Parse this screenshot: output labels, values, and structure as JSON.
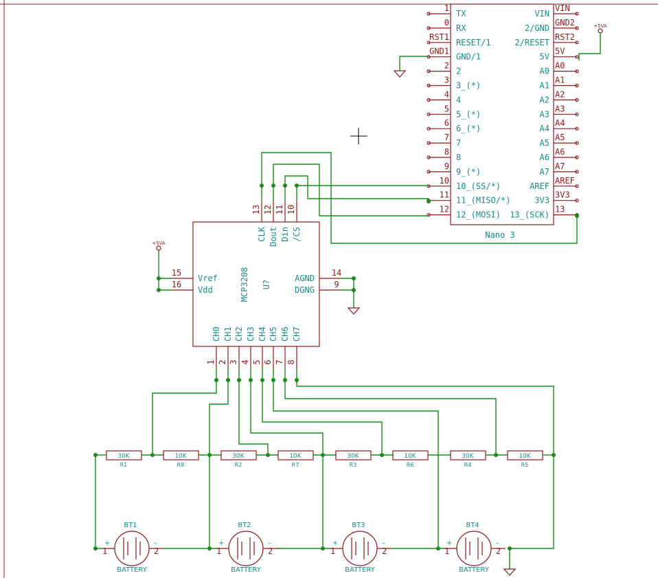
{
  "nano": {
    "name": "Nano 3",
    "left_pins": [
      {
        "num": "1",
        "name": "TX"
      },
      {
        "num": "0",
        "name": "RX"
      },
      {
        "num": "RST1",
        "name": "RESET/1"
      },
      {
        "num": "GND1",
        "name": "GND/1"
      },
      {
        "num": "2",
        "name": "2"
      },
      {
        "num": "3",
        "name": "3_(*)"
      },
      {
        "num": "4",
        "name": "4"
      },
      {
        "num": "5",
        "name": "5_(*)"
      },
      {
        "num": "6",
        "name": "6_(*)"
      },
      {
        "num": "7",
        "name": "7"
      },
      {
        "num": "8",
        "name": "8"
      },
      {
        "num": "9",
        "name": "9_(*)"
      },
      {
        "num": "10",
        "name": "10_(SS/*)"
      },
      {
        "num": "11",
        "name": "11_(MISO/*)"
      },
      {
        "num": "12",
        "name": "12_(MOSI)"
      }
    ],
    "right_pins": [
      {
        "num": "VIN",
        "name": "VIN"
      },
      {
        "num": "GND2",
        "name": "2/GND"
      },
      {
        "num": "RST2",
        "name": "2/RESET"
      },
      {
        "num": "5V",
        "name": "5V"
      },
      {
        "num": "A0",
        "name": "A0"
      },
      {
        "num": "A1",
        "name": "A1"
      },
      {
        "num": "A2",
        "name": "A2"
      },
      {
        "num": "A3",
        "name": "A3"
      },
      {
        "num": "A4",
        "name": "A4"
      },
      {
        "num": "A5",
        "name": "A5"
      },
      {
        "num": "A6",
        "name": "A6"
      },
      {
        "num": "A7",
        "name": "A7"
      },
      {
        "num": "AREF",
        "name": "AREF"
      },
      {
        "num": "3V3",
        "name": "3V3"
      },
      {
        "num": "13",
        "name": "13_(SCK)"
      }
    ]
  },
  "adc": {
    "part": "MCP3208",
    "ref": "U?",
    "top_pins": [
      {
        "num": "13",
        "name": "CLK"
      },
      {
        "num": "12",
        "name": "Dout"
      },
      {
        "num": "11",
        "name": "Din"
      },
      {
        "num": "10",
        "name": "/CS"
      }
    ],
    "left_pins": [
      {
        "num": "15",
        "name": "Vref"
      },
      {
        "num": "16",
        "name": "Vdd"
      }
    ],
    "right_pins": [
      {
        "num": "14",
        "name": "AGND"
      },
      {
        "num": "9",
        "name": "DGNG"
      }
    ],
    "bottom_pins": [
      {
        "num": "1",
        "name": "CH0"
      },
      {
        "num": "2",
        "name": "CH1"
      },
      {
        "num": "3",
        "name": "CH2"
      },
      {
        "num": "4",
        "name": "CH3"
      },
      {
        "num": "5",
        "name": "CH4"
      },
      {
        "num": "6",
        "name": "CH5"
      },
      {
        "num": "7",
        "name": "CH6"
      },
      {
        "num": "8",
        "name": "CH7"
      }
    ]
  },
  "power": {
    "nano_5v_label": "+5VA",
    "adc_vref_label": "+5VA"
  },
  "resistors": [
    {
      "value": "30K",
      "ref": "R1"
    },
    {
      "value": "10K",
      "ref": "R8"
    },
    {
      "value": "30K",
      "ref": "R2"
    },
    {
      "value": "10K",
      "ref": "R7"
    },
    {
      "value": "30K",
      "ref": "R3"
    },
    {
      "value": "10K",
      "ref": "R6"
    },
    {
      "value": "30K",
      "ref": "R4"
    },
    {
      "value": "10K",
      "ref": "R5"
    }
  ],
  "batteries": [
    {
      "ref": "BT1",
      "value": "BATTERY",
      "plus": "+",
      "minus": "–",
      "pin1": "1",
      "pin2": "2"
    },
    {
      "ref": "BT2",
      "value": "BATTERY",
      "plus": "+",
      "minus": "–",
      "pin1": "1",
      "pin2": "2"
    },
    {
      "ref": "BT3",
      "value": "BATTERY",
      "plus": "+",
      "minus": "–",
      "pin1": "1",
      "pin2": "2"
    },
    {
      "ref": "BT4",
      "value": "BATTERY",
      "plus": "+",
      "minus": "–",
      "pin1": "1",
      "pin2": "2"
    }
  ],
  "colors": {
    "wire": "#1a8a1a",
    "body": "#8b1a1a",
    "text": "#1a8a8a",
    "background": "#ffffff"
  }
}
